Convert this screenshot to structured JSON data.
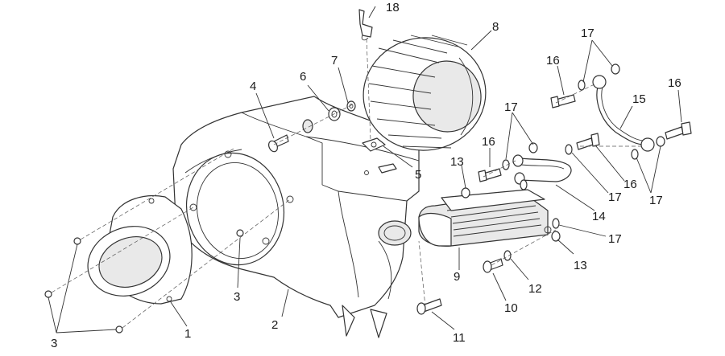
{
  "callouts": {
    "c1": "1",
    "c2": "2",
    "c3a": "3",
    "c3b": "3",
    "c4": "4",
    "c5": "5",
    "c6": "6",
    "c7": "7",
    "c8": "8",
    "c9": "9",
    "c10": "10",
    "c11": "11",
    "c12": "12",
    "c13a": "13",
    "c13b": "13",
    "c14": "14",
    "c15": "15",
    "c16a": "16",
    "c16b": "16",
    "c16c": "16",
    "c16d": "16",
    "c17a": "17",
    "c17b": "17",
    "c17c": "17",
    "c17d": "17",
    "c17e": "17",
    "c18": "18"
  },
  "colors": {
    "line": "#333333",
    "shade": "#e9e9e9",
    "background": "#ffffff"
  }
}
